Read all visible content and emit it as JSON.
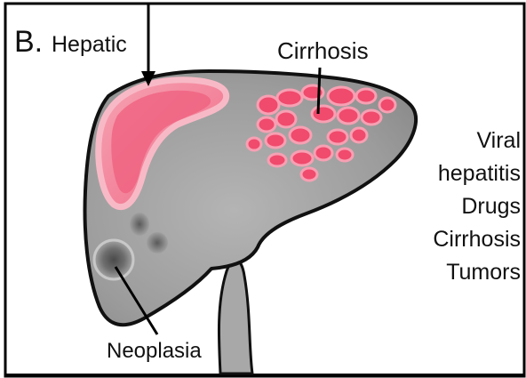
{
  "panel": {
    "letter": "B.",
    "title": "Hepatic"
  },
  "labels": {
    "cirrhosis": "Cirrhosis",
    "neoplasia": "Neoplasia"
  },
  "causes": [
    "Viral",
    "hepatitis",
    "Drugs",
    "Cirrhosis",
    "Tumors"
  ],
  "colors": {
    "liver": "#9a9a9a",
    "inflammation": "#f26c86",
    "nodules": "#f04a6c",
    "outline": "#111111"
  }
}
